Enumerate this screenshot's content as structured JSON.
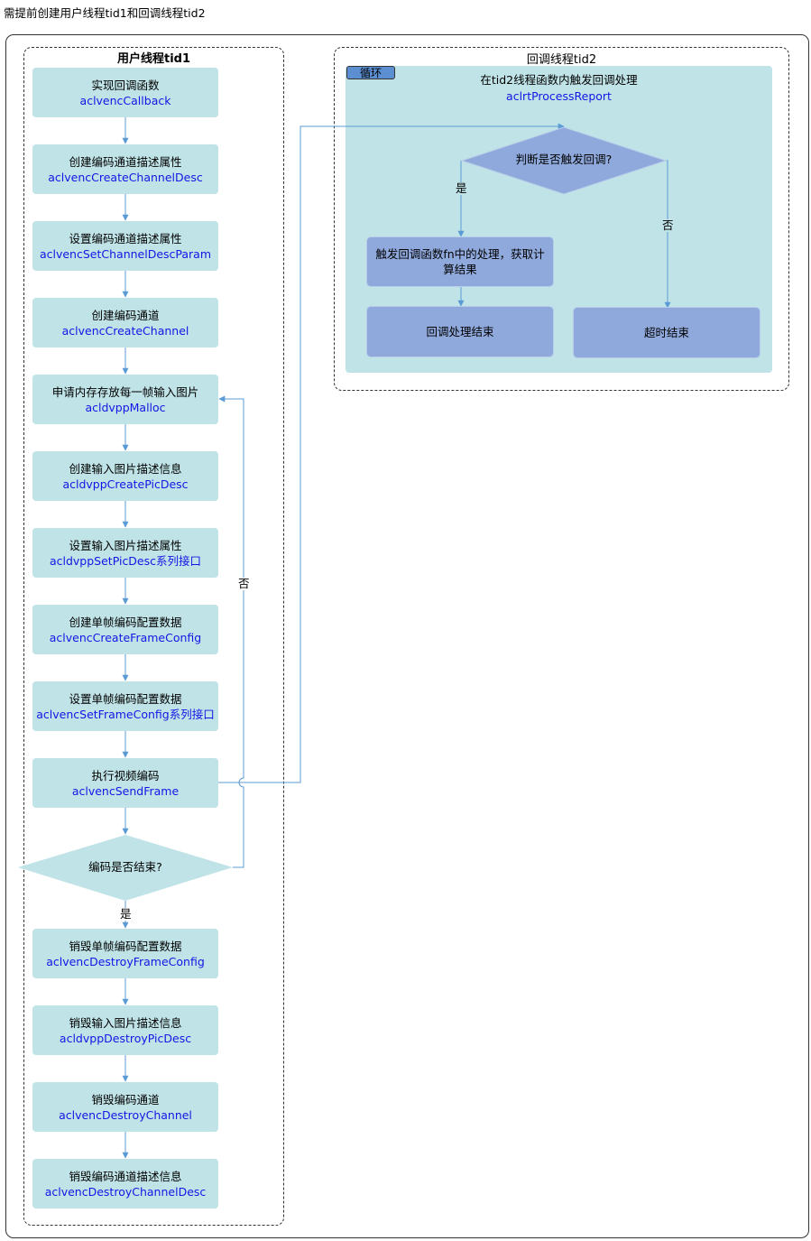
{
  "caption": "需提前创建用户线程tid1和回调线程tid2",
  "lane1": {
    "title": "用户线程tid1",
    "steps": [
      {
        "label": "实现回调函数",
        "api": "aclvencCallback",
        "suffix": ""
      },
      {
        "label": "创建编码通道描述属性",
        "api": "aclvencCreateChannelDesc",
        "suffix": ""
      },
      {
        "label": "设置编码通道描述属性",
        "api": "aclvencSetChannelDescParam",
        "suffix": ""
      },
      {
        "label": "创建编码通道",
        "api": "aclvencCreateChannel",
        "suffix": ""
      },
      {
        "label": "申请内存存放每一帧输入图片",
        "api": "acldvppMalloc",
        "suffix": ""
      },
      {
        "label": "创建输入图片描述信息",
        "api": "acldvppCreatePicDesc",
        "suffix": ""
      },
      {
        "label": "设置输入图片描述属性",
        "api": "acldvppSetPicDesc",
        "suffix": "系列接口"
      },
      {
        "label": "创建单帧编码配置数据",
        "api": "aclvencCreateFrameConfig",
        "suffix": ""
      },
      {
        "label": "设置单帧编码配置数据",
        "api": "aclvencSetFrameConfig",
        "suffix": "系列接口"
      },
      {
        "label": "执行视频编码",
        "api": "aclvencSendFrame",
        "suffix": ""
      },
      {
        "label": "销毁单帧编码配置数据",
        "api": "aclvencDestroyFrameConfig",
        "suffix": ""
      },
      {
        "label": "销毁输入图片描述信息",
        "api": "acldvppDestroyPicDesc",
        "suffix": ""
      },
      {
        "label": "销毁编码通道",
        "api": "aclvencDestroyChannel",
        "suffix": ""
      },
      {
        "label": "销毁编码通道描述信息",
        "api": "aclvencDestroyChannelDesc",
        "suffix": ""
      }
    ],
    "decision": "编码是否结束?",
    "yes": "是",
    "no": "否"
  },
  "lane2": {
    "title": "回调线程tid2",
    "loop_tag": "循环",
    "loop_title": "在tid2线程函数内触发回调处理",
    "loop_api": "aclrtProcessReport",
    "decision": "判断是否触发回调?",
    "yes": "是",
    "no": "否",
    "process": "触发回调函数fn中的处理，获取计算结果",
    "end_done": "回调处理结束",
    "end_timeout": "超时结束"
  },
  "colors": {
    "step_fill": "#c0e3e7",
    "process_fill": "#8fa9dc",
    "connector": "#5b9bd5",
    "api_text": "#1515e6"
  }
}
